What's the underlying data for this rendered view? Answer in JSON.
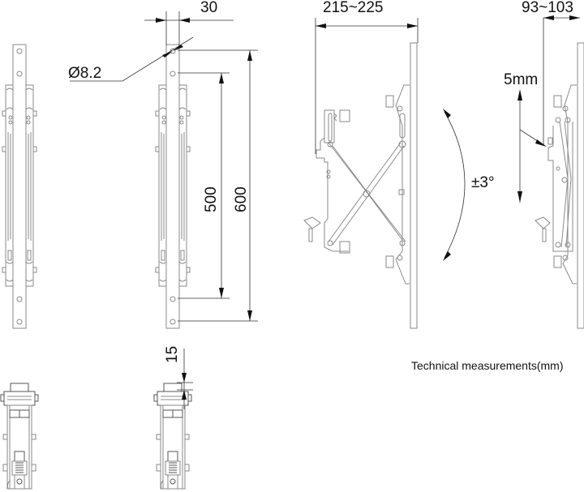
{
  "title": "Technical measurements(mm)",
  "dimensions": {
    "front_bar_width": "30",
    "hole_diameter": "Ø8.2",
    "hole_spacing_inner": "500",
    "hole_spacing_outer": "600",
    "side_depth_range": "215~225",
    "tilt_angle": "±3°",
    "compact_depth_range": "93~103",
    "vertical_adjust": "5mm",
    "bottom_offset": "15"
  },
  "views": [
    {
      "name": "front-view-plain"
    },
    {
      "name": "front-view-dimensioned"
    },
    {
      "name": "side-view-extended"
    },
    {
      "name": "side-view-compact"
    },
    {
      "name": "bottom-view-plain"
    },
    {
      "name": "bottom-view-dimensioned"
    }
  ],
  "colors": {
    "line": "#8a8a8a",
    "dimension": "#333333",
    "text": "#111111",
    "background": "#ffffff"
  }
}
